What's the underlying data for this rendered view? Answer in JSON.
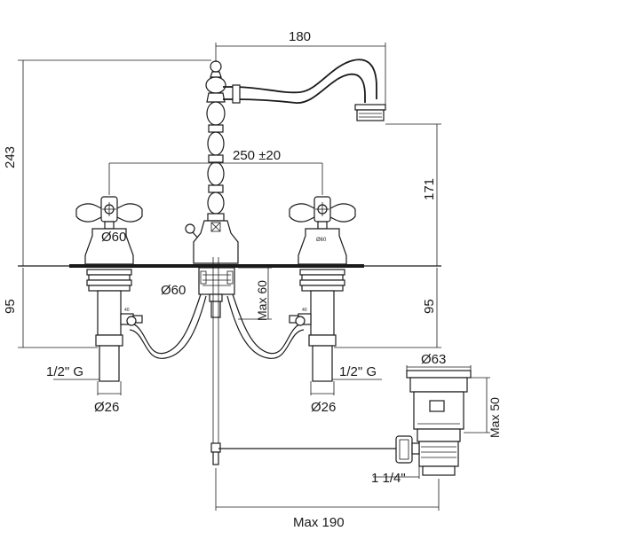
{
  "drawing": {
    "labels": {
      "spout_reach": "180",
      "total_height": "243",
      "spout_height": "171",
      "center_distance": "250 ±20",
      "handle_base_diameter": "Ø60",
      "handle_base_small": "Ø60",
      "spout_base_diameter": "Ø60",
      "max_deck_thickness": "Max 60",
      "left_below_deck": "95",
      "right_below_deck": "95",
      "left_thread": "1/2\" G",
      "right_thread": "1/2\" G",
      "left_shank_diameter": "Ø26",
      "right_shank_diameter": "Ø26",
      "waste_diameter": "Ø63",
      "waste_max_height": "Max 50",
      "waste_thread": "1 1/4\"",
      "max_rod_length": "Max 190"
    },
    "stroke_color": "#1a1a1a",
    "background_color": "#ffffff"
  }
}
